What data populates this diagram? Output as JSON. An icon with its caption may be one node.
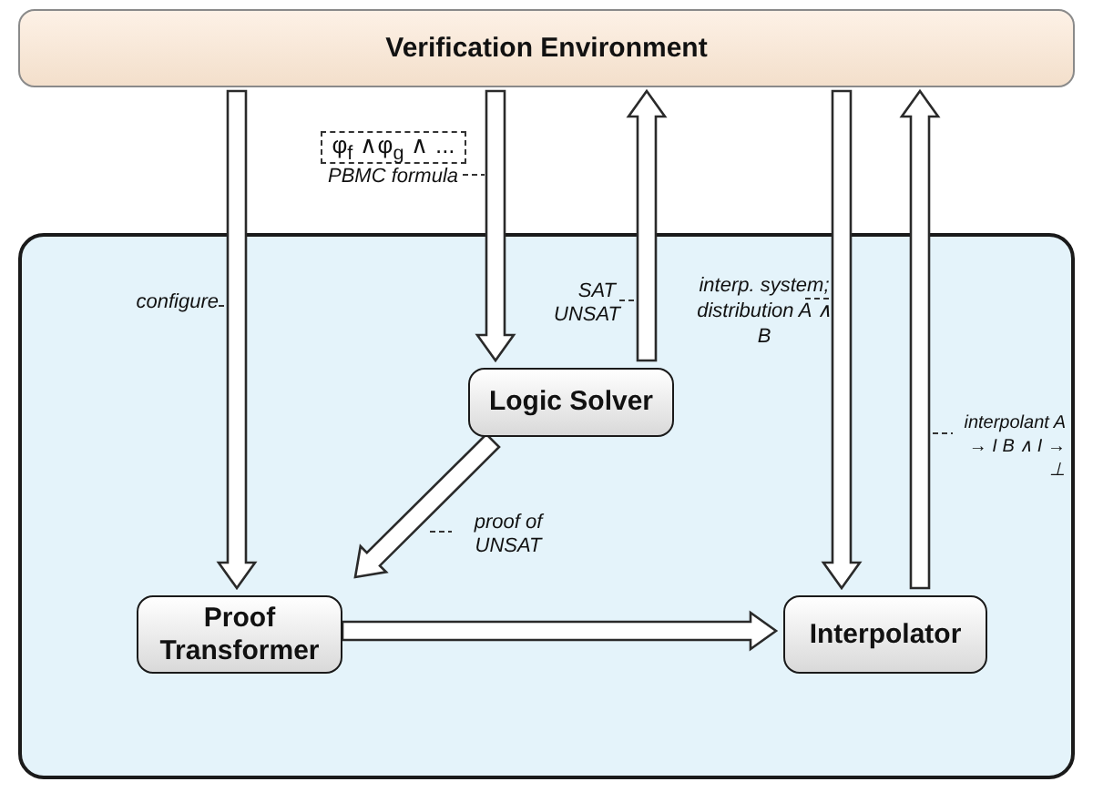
{
  "diagram": {
    "nodes": [
      {
        "text": [
          "Verification Environment"
        ]
      },
      {
        "text": [],
        "shape": "box"
      },
      {
        "text": [
          "Logic Solver"
        ],
        "in": 1
      },
      {
        "text": [
          "Proof Transformer"
        ],
        "in": 1
      },
      {
        "text": [
          "Interpolator"
        ],
        "in": 1
      },
      {
        "text": [
          "φ$_{f}$ ∧φ$_{g}$ ∧ ..."
        ]
      }
    ],
    "edges": [
      {
        "from": 0,
        "to": 3,
        "arrow": "to",
        "label": "configure"
      },
      {
        "from": 0,
        "to": 2,
        "arrow": "to",
        "label": "PBMC formula"
      },
      {
        "from": 2,
        "to": 0,
        "arrow": "to",
        "label": "SAT UNSAT"
      },
      {
        "from": 0,
        "to": 4,
        "arrow": "to",
        "label": "interp. system; distribution A ∧ B"
      },
      {
        "from": 4,
        "to": 0,
        "arrow": "to",
        "label": "interpolant A → I B ∧ I → ⊥"
      },
      {
        "from": 2,
        "to": 3,
        "arrow": "to",
        "label": "proof of UNSAT"
      },
      {
        "from": 3,
        "to": 4,
        "arrow": "to"
      }
    ]
  }
}
